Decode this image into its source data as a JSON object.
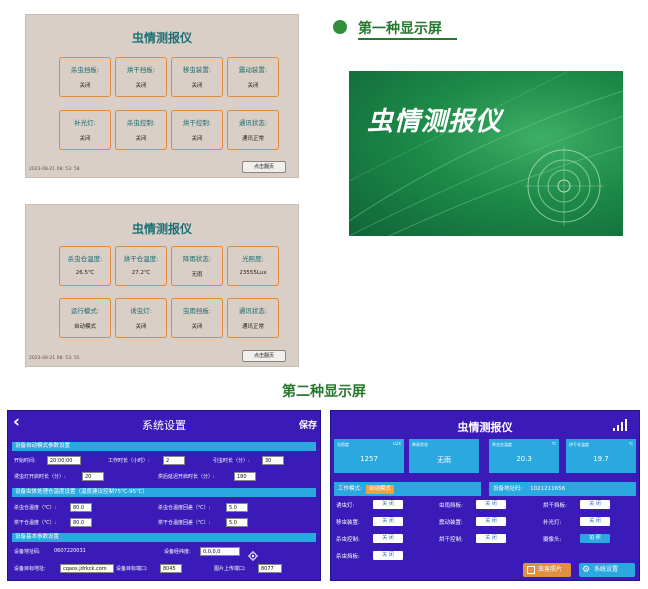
{
  "labels": {
    "first": "第一种显示屏",
    "second": "第二种显示屏"
  },
  "panel1": {
    "title": "虫情测报仪",
    "cells": [
      {
        "label": "杀虫挡板:",
        "value": "关闭"
      },
      {
        "label": "烘干挡板:",
        "value": "关闭"
      },
      {
        "label": "移虫装置:",
        "value": "关闭"
      },
      {
        "label": "震动装置:",
        "value": "关闭"
      },
      {
        "label": "补光灯:",
        "value": "关闭"
      },
      {
        "label": "杀虫控制:",
        "value": "关闭"
      },
      {
        "label": "烘干控制:",
        "value": "关闭"
      },
      {
        "label": "通讯状态:",
        "value": "通讯正常"
      }
    ],
    "timestamp": "2023-08-21 08: 53: 58",
    "button": "点击翻页"
  },
  "panel2": {
    "title": "虫情测报仪",
    "cells": [
      {
        "label": "杀虫仓温度:",
        "value": "26.5℃"
      },
      {
        "label": "烘干仓温度:",
        "value": "27.2℃"
      },
      {
        "label": "降雨状态:",
        "value": "无雨"
      },
      {
        "label": "光照度:",
        "value": "23555Lux"
      },
      {
        "label": "运行模式:",
        "value": "自动模式"
      },
      {
        "label": "诱虫灯:",
        "value": "关闭"
      },
      {
        "label": "虫雨挡板:",
        "value": "关闭"
      },
      {
        "label": "通讯状态:",
        "value": "通讯正常"
      }
    ],
    "timestamp": "2023-08-21 08: 53: 55",
    "button": "点击翻页"
  },
  "splash": {
    "title": "虫情测报仪"
  },
  "settings": {
    "title": "系统设置",
    "back_icon": "chevron-left-icon",
    "save": "保存",
    "sections": [
      "设备自动模式参数设置",
      "设备虫体处理仓温度设置（温度建议控制75℃-95℃）",
      "设备基本参数设置"
    ],
    "fields": [
      {
        "label": "开始时间:",
        "value": "20:00:00"
      },
      {
        "label": "工作时长（小时）:",
        "value": "2"
      },
      {
        "label": "引虫时长（分）:",
        "value": "30"
      },
      {
        "label": "诱虫灯开启时长（分）:",
        "value": "20"
      },
      {
        "label": "烘后延迟开启时长（分）:",
        "value": "180"
      },
      {
        "label": "杀虫仓温度（℃）:",
        "value": "80.0"
      },
      {
        "label": "杀虫仓温度回差（℃）:",
        "value": "5.0"
      },
      {
        "label": "烘干仓温度（℃）:",
        "value": "80.0"
      },
      {
        "label": "烘干仓温度回差（℃）:",
        "value": "5.0"
      },
      {
        "label": "设备地址码:",
        "value": "0607220031"
      },
      {
        "label": "设备经纬度:",
        "value": "0,0,0,0"
      },
      {
        "label": "设备目标地址:",
        "value": "cqaos.jdrkck.com"
      },
      {
        "label": "设备目标端口:",
        "value": "8045"
      },
      {
        "label": "图片上传端口:",
        "value": "8077"
      }
    ]
  },
  "main": {
    "title": "虫情测报仪",
    "signal_icon": "signal-bars-icon",
    "tiles": [
      {
        "label": "光照度",
        "unit": "LUX",
        "value": "1257"
      },
      {
        "label": "降雨状态",
        "unit": "",
        "value": "无雨"
      },
      {
        "label": "杀虫仓温度",
        "unit": "℃",
        "value": "20.3"
      },
      {
        "label": "烘干仓温度",
        "unit": "℃",
        "value": "19.7"
      }
    ],
    "mode_label": "工作模式:",
    "mode_value": "自动模式",
    "addr_label": "设备地址码:",
    "addr_value": "1021211656",
    "controls": [
      {
        "label": "诱虫灯:",
        "value": "关 闭"
      },
      {
        "label": "虫雨挡板:",
        "value": "关 闭"
      },
      {
        "label": "烘干挡板:",
        "value": "关 闭"
      },
      {
        "label": "移虫装置:",
        "value": "关 闭"
      },
      {
        "label": "震动装置:",
        "value": "关 闭"
      },
      {
        "label": "补光灯:",
        "value": "关 闭"
      },
      {
        "label": "杀虫控制:",
        "value": "关 闭"
      },
      {
        "label": "烘干控制:",
        "value": "关 闭"
      },
      {
        "label": "摄像头:",
        "value": "拍 照"
      },
      {
        "label": "杀虫挡板:",
        "value": "关 闭"
      }
    ],
    "btn_photos": "虫害照片",
    "btn_settings": "系统设置",
    "colors": {
      "bg": "#3a1bb8",
      "tile": "#2aa8e0",
      "accent": "#f0a23a"
    }
  }
}
